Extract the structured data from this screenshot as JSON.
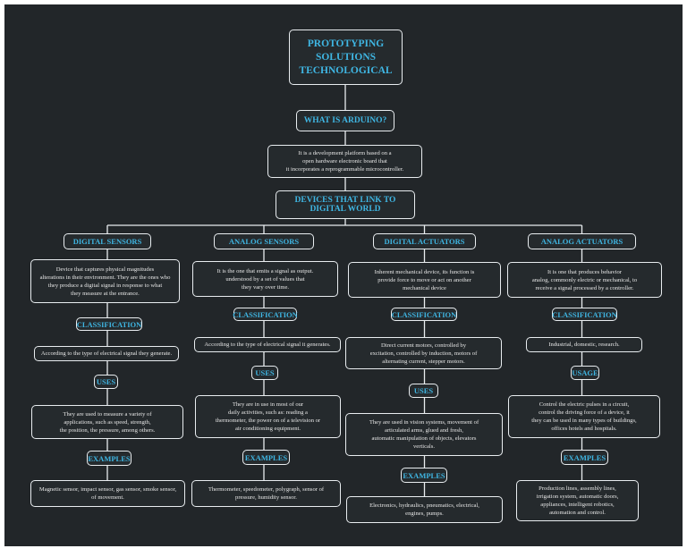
{
  "root": "PROTOTYPING\n SOLUTIONS\n   TECHNOLOGICAL",
  "q": "WHAT IS ARDUINO?",
  "def": "It is a development platform based on a\n open hardware electronic board that\nit incorporates a reprogrammable microcontroller.",
  "devices": "DEVICES THAT LINK TO\n DIGITAL WORLD",
  "columns": [
    {
      "title": "DIGITAL SENSORS",
      "desc": "Device that captures physical magnitudes\nalterations in their environment. They are the ones who\nthey produce a digital signal in response to what\nthey measure at the entrance.",
      "cls_label": "CLASSIFICATION",
      "cls_text": "According to the type of electrical signal they generate.",
      "uses_label": "USES",
      "uses_text": "They are used to measure a variety of\napplications, such as speed, strength,\nthe position, the pressure, among others.",
      "ex_label": "EXAMPLES",
      "ex_text": "Magnetic sensor, impact sensor, gas sensor, smoke sensor,\nof movement."
    },
    {
      "title": "ANALOG SENSORS",
      "desc": "It is the one that emits a signal as output.\nunderstood by a set of values that\nthey vary over time.",
      "cls_label": "CLASSIFICATION",
      "cls_text": "According to the type of electrical signal it generates.",
      "uses_label": "USES",
      "uses_text": "They are in use in most of our\ndaily activities, such as: reading a\nthermometer, the power on of a television or\nair conditioning equipment.",
      "ex_label": "EXAMPLES",
      "ex_text": "Thermometer, speedometer, polygraph, sensor of\npressure, humidity sensor."
    },
    {
      "title": "DIGITAL ACTUATORS",
      "desc": "Inherent mechanical device, its function is\nprovide force to move or act on another\nmechanical device",
      "cls_label": "CLASSIFICATION",
      "cls_text": "Direct current motors, controlled by\nexcitation, controlled by induction, motors of\nalternating current, stepper motors.",
      "uses_label": "USES",
      "uses_text": "They are used in vision systems, movement of\narticulated arms, glued and fresh,\nautomatic manipulation of objects, elevators\nverticals.",
      "ex_label": "EXAMPLES",
      "ex_text": "Electronics, hydraulics, pneumatics, electrical,\nengines, pumps."
    },
    {
      "title": "ANALOG ACTUATORS",
      "desc": "It is one that produces behavior\nanalog, commonly electric or mechanical, to\nreceive a signal processed by a controller.",
      "cls_label": "CLASSIFICATION",
      "cls_text": "Industrial, domestic, research.",
      "uses_label": "USAGE",
      "uses_text": "Control the electric pulses in a circuit,\ncontrol the driving force of a device, it\nthey can be used in many types of buildings,\noffices hotels and hospitals.",
      "ex_label": "EXAMPLES",
      "ex_text": "Production lines, assembly lines,\nirrigation system, automatic doors,\nappliances, intelligent robotics,\nautomation and control."
    }
  ],
  "colors": {
    "background": "#222629",
    "border": "#e9edf0",
    "title": "#3fb6e3",
    "text": "#e6e6e6"
  }
}
